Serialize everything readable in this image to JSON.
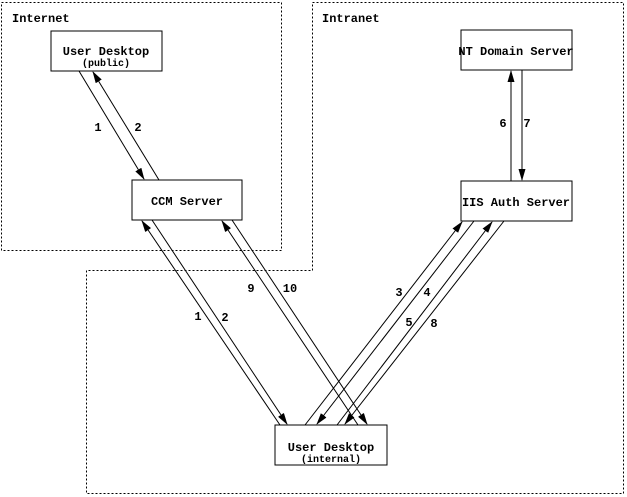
{
  "diagram": {
    "zones": {
      "internet": {
        "label": "Internet"
      },
      "intranet": {
        "label": "Intranet"
      }
    },
    "nodes": {
      "user_desktop_public": {
        "title": "User Desktop",
        "subtitle": "(public)"
      },
      "ccm_server": {
        "title": "CCM Server"
      },
      "nt_domain_server": {
        "title": "NT Domain Server"
      },
      "iis_auth_server": {
        "title": "IIS Auth Server"
      },
      "user_desktop_internal": {
        "title": "User Desktop",
        "subtitle": "(internal)"
      }
    },
    "edge_labels": {
      "public_to_ccm_1": "1",
      "ccm_to_public_2": "2",
      "internal_to_ccm_1": "1",
      "ccm_to_internal_2": "2",
      "internal_to_iis_3": "3",
      "iis_to_internal_4": "4",
      "internal_to_iis_5": "5",
      "iis_to_nt_6": "6",
      "nt_to_iis_7": "7",
      "iis_to_internal_8": "8",
      "internal_to_ccm_9": "9",
      "ccm_to_internal_10": "10"
    },
    "colors": {
      "line": "#000000",
      "background": "#ffffff"
    }
  }
}
